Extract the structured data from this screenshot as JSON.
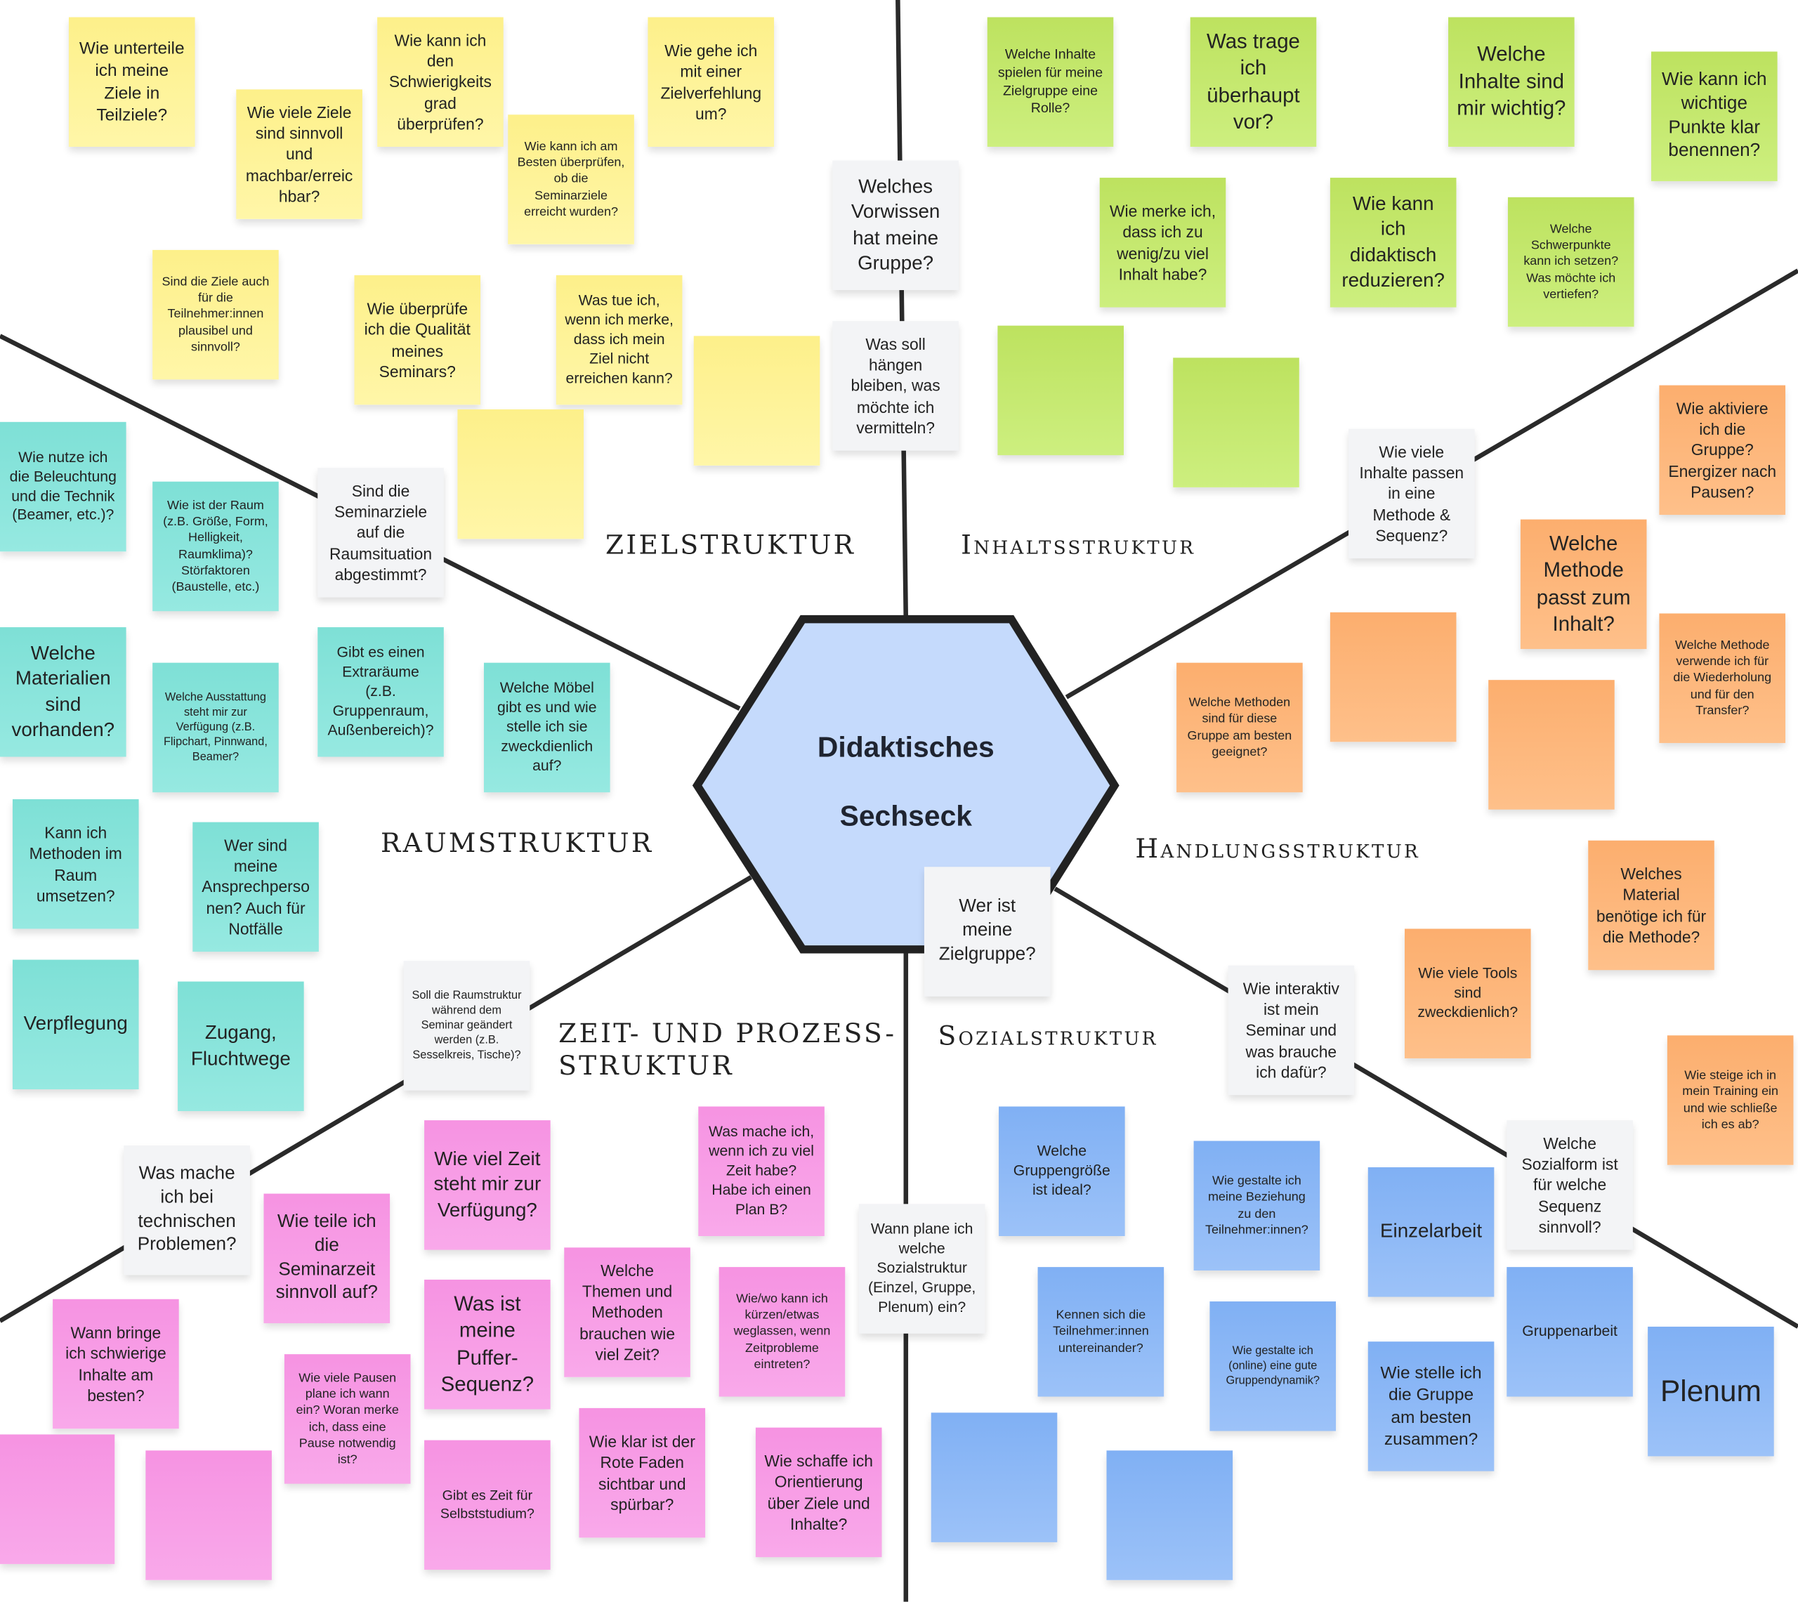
{
  "center": {
    "title_line1": "Didaktisches",
    "title_line2": "Sechseck"
  },
  "labels": {
    "ziel": "ZIELSTRUKTUR",
    "inhalt": "Inhaltsstruktur",
    "handlung": "Handlungsstruktur",
    "raum": "RAUMSTRUKTUR",
    "zeit_line1": "ZEIT- UND PROZESS-",
    "zeit_line2": "STRUKTUR",
    "sozial": "Sozialstruktur"
  },
  "colors": {
    "yellow": "#fdf08a",
    "green": "#bde25f",
    "teal": "#7ee0d6",
    "orange": "#fcae6e",
    "pink": "#f693e2",
    "blue": "#80b0f4",
    "gray": "#f3f4f6",
    "hexagon": "#c5dafc"
  },
  "notes": {
    "ziel": [
      "Wie unterteile ich meine Ziele in Teilziele?",
      "Wie viele Ziele sind sinnvoll und machbar/erreichbar?",
      "Wie kann ich den Schwierigkeitsgrad überprüfen?",
      "Wie kann ich am Besten überprüfen, ob die Seminarziele erreicht wurden?",
      "Wie gehe ich mit einer Zielverfehlung um?",
      "Sind die Ziele auch für die Teilnehmer:innen plausibel und sinnvoll?",
      "Wie überprüfe ich die Qualität meines Seminars?",
      "Was tue ich, wenn ich merke, dass ich mein Ziel nicht erreichen kann?"
    ],
    "zentral": [
      "Welches Vorwissen hat meine Gruppe?",
      "Was soll hängen bleiben, was möchte ich vermitteln?",
      "Sind die Seminarziele auf die Raumsituation abgestimmt?",
      "Wie viele Inhalte passen in eine Methode & Sequenz?",
      "Wer ist meine Zielgruppe?",
      "Wie interaktiv ist mein Seminar und was brauche ich dafür?",
      "Soll die Raumstruktur während dem Seminar geändert werden (z.B. Sesselkreis, Tische)?",
      "Was mache ich bei technischen Problemen?",
      "Wann plane ich welche Sozialstruktur (Einzel, Gruppe, Plenum) ein?",
      "Welche Sozialform ist für welche Sequenz sinnvoll?"
    ],
    "inhalt": [
      "Welche Inhalte spielen für meine Zielgruppe eine Rolle?",
      "Was trage ich überhaupt vor?",
      "Welche Inhalte sind mir wichtig?",
      "Wie kann ich wichtige Punkte klar benennen?",
      "Wie merke ich, dass ich zu wenig/zu viel Inhalt habe?",
      "Wie kann ich didaktisch reduzieren?",
      "Welche Schwerpunkte kann ich setzen? Was möchte ich vertiefen?"
    ],
    "handlung": [
      "Wie aktiviere ich die Gruppe? Energizer nach Pausen?",
      "Welche Methode passt zum Inhalt?",
      "Welche Methode verwende ich für die Wiederholung und für den Transfer?",
      "Welche Methoden sind für diese Gruppe am besten geeignet?",
      "Welches Material benötige ich für die Methode?",
      "Wie viele Tools sind zweckdienlich?",
      "Wie steige ich in mein Training ein und wie schließe ich es ab?"
    ],
    "raum": [
      "Wie nutze ich die Beleuchtung und die Technik (Beamer, etc.)?",
      "Wie ist der Raum (z.B. Größe, Form, Helligkeit, Raumklima)? Störfaktoren (Baustelle, etc.)",
      "Welche Materialien sind vorhanden?",
      "Welche Ausstattung steht mir zur Verfügung (z.B. Flipchart, Pinnwand, Beamer?",
      "Gibt es einen Extraräume (z.B. Gruppenraum, Außenbereich)?",
      "Welche Möbel gibt es und wie stelle ich sie zweckdienlich auf?",
      "Kann ich Methoden im Raum umsetzen?",
      "Wer sind meine Ansprechpersonen? Auch für Notfälle",
      "Verpflegung",
      "Zugang, Fluchtwege"
    ],
    "zeit": [
      "Wie viel Zeit steht mir zur Verfügung?",
      "Was mache ich, wenn ich zu viel Zeit habe? Habe ich einen Plan B?",
      "Wie teile ich die Seminarzeit sinnvoll auf?",
      "Was ist meine Puffer-Sequenz?",
      "Welche Themen und Methoden brauchen wie viel Zeit?",
      "Wie/wo kann ich kürzen/etwas weglassen, wenn Zeitprobleme eintreten?",
      "Wann bringe ich schwierige Inhalte am besten?",
      "Wie viele Pausen plane ich wann ein? Woran merke ich, dass eine Pause notwendig ist?",
      "Wie klar ist der Rote Faden sichtbar und spürbar?",
      "Wie schaffe ich Orientierung über Ziele und Inhalte?",
      "Gibt es Zeit für Selbststudium?"
    ],
    "sozial": [
      "Welche Gruppengröße ist ideal?",
      "Wie gestalte ich meine Beziehung zu den Teilnehmer:innen?",
      "Einzelarbeit",
      "Gruppenarbeit",
      "Kennen sich die Teilnehmer:innen untereinander?",
      "Wie gestalte ich (online) eine gute Gruppendynamik?",
      "Wie stelle ich die Gruppe am besten zusammen?",
      "Plenum"
    ]
  }
}
